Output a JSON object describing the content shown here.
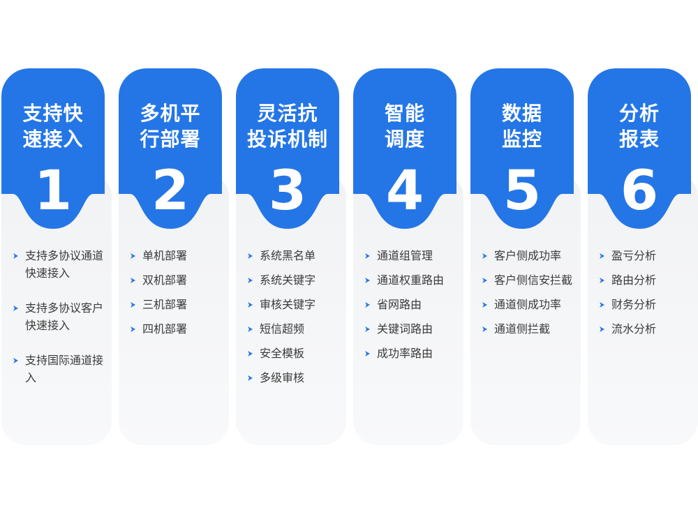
{
  "accent_color": "#2476e6",
  "panel_color": "#f5f6f8",
  "cards": [
    {
      "title": "支持快\n速接入",
      "number": "1",
      "items": [
        "支持多协议通道快速接入",
        "支持多协议客户快速接入",
        "支持国际通道接入"
      ]
    },
    {
      "title": "多机平\n行部署",
      "number": "2",
      "items": [
        "单机部署",
        "双机部署",
        "三机部署",
        "四机部署"
      ]
    },
    {
      "title": "灵活抗\n投诉机制",
      "number": "3",
      "items": [
        "系统黑名单",
        "系统关键字",
        "审核关键字",
        "短信超频",
        "安全模板",
        "多级审核"
      ]
    },
    {
      "title": "智能\n调度",
      "number": "4",
      "items": [
        "通道组管理",
        "通道权重路由",
        "省网路由",
        "关键词路由",
        "成功率路由"
      ]
    },
    {
      "title": "数据\n监控",
      "number": "5",
      "items": [
        "客户侧成功率",
        "客户侧信安拦截",
        "通道侧成功率",
        "通道侧拦截"
      ]
    },
    {
      "title": "分析\n报表",
      "number": "6",
      "items": [
        "盈亏分析",
        "路由分析",
        "财务分析",
        "流水分析"
      ]
    }
  ]
}
